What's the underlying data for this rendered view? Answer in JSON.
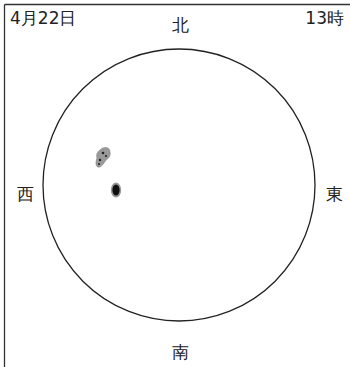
{
  "diagram": {
    "labels": [
      "4月22日",
      "13時",
      "北",
      "西",
      "東",
      "南"
    ]
  }
}
